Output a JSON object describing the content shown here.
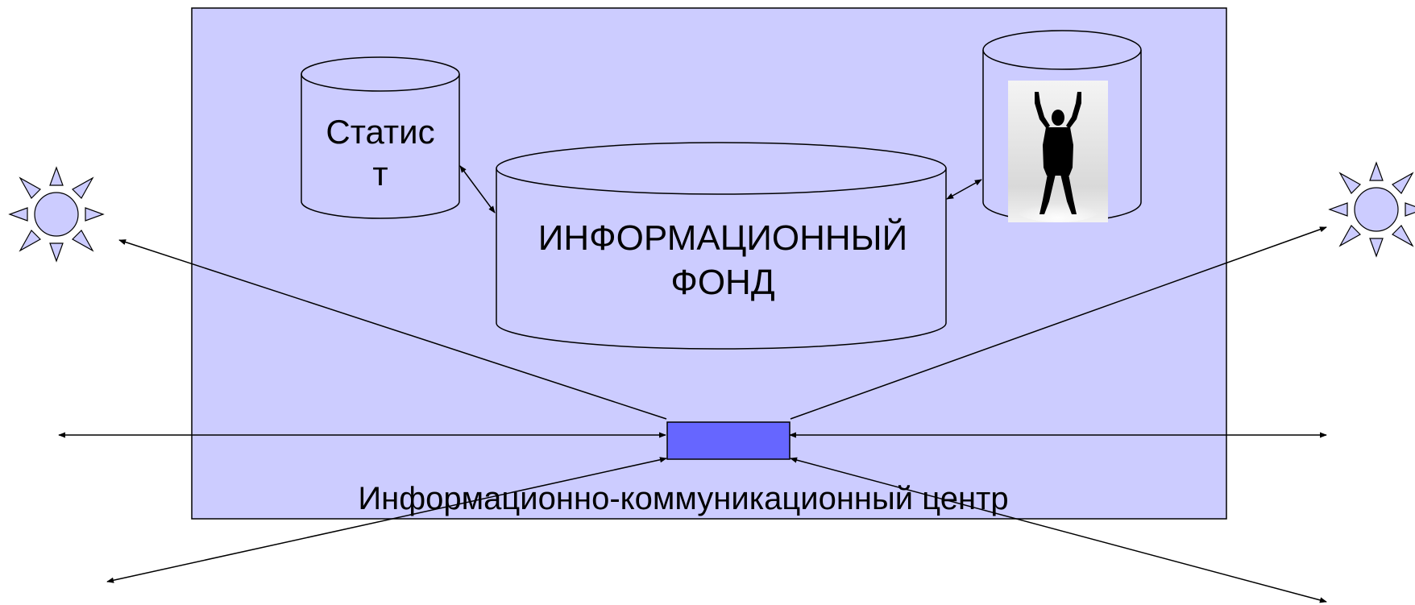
{
  "diagram": {
    "center_label": "Информационно-коммуникационный центр",
    "main_db_label_line1": "ИНФОРМАЦИОННЫЙ",
    "main_db_label_line2": "ФОНД",
    "stat_db_label_line1": "Статис",
    "stat_db_label_line2": "т",
    "person_db_image": "person-silhouette-photo",
    "hub_color": "#6666ff",
    "panel_color": "#ccccff",
    "sun_icons": [
      "sun-icon-left",
      "sun-icon-right"
    ]
  }
}
